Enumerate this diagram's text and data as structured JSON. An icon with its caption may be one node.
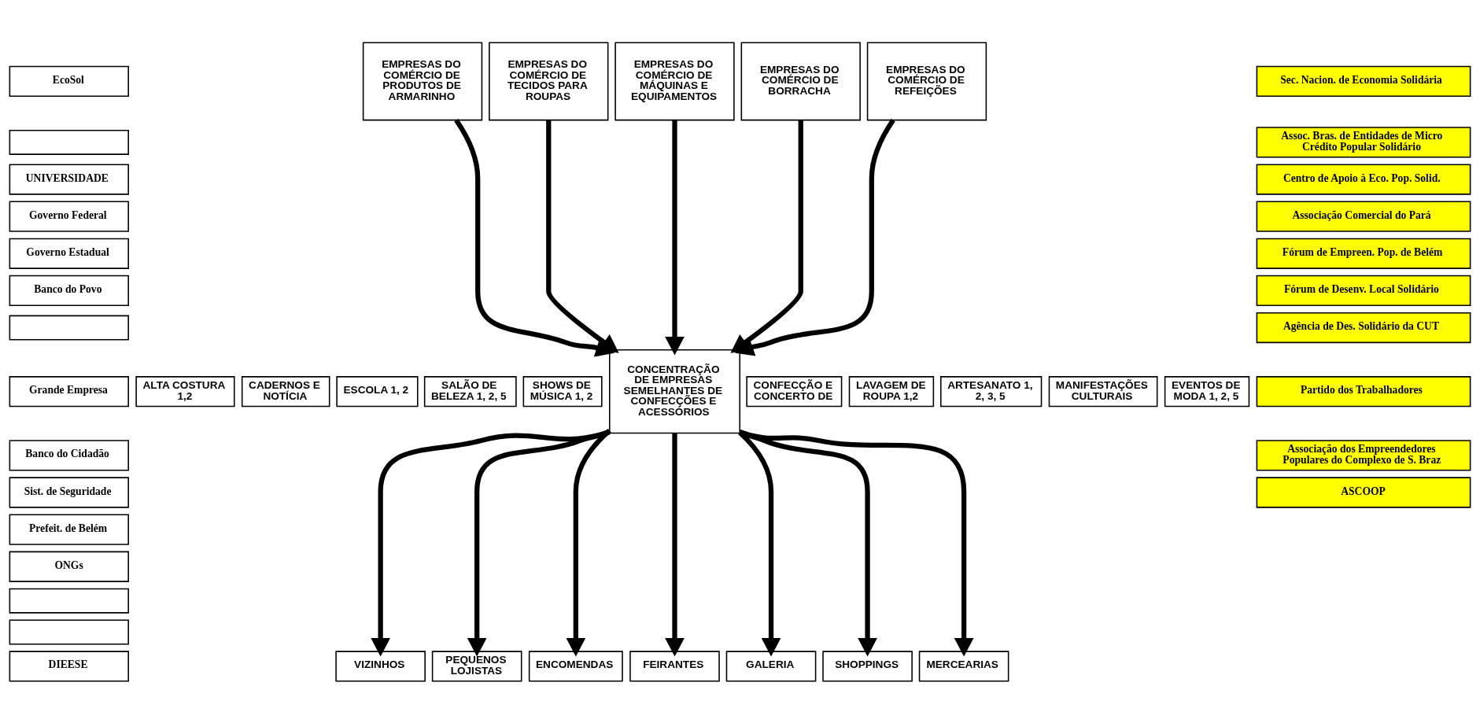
{
  "diagram": {
    "nodes": [
      {
        "text": [
          "EcoSol"
        ]
      },
      {
        "text": [],
        "shape": "box"
      },
      {
        "text": [
          "UNIVERSIDADE"
        ]
      },
      {
        "text": [
          "Governo Federal"
        ]
      },
      {
        "text": [
          "Governo Estadual"
        ]
      },
      {
        "text": [
          "Banco do Povo"
        ]
      },
      {
        "text": [],
        "shape": "box"
      },
      {
        "text": [
          "Grande Empresa"
        ]
      },
      {
        "text": [
          "Banco do Cidadão"
        ]
      },
      {
        "text": [
          "Sist. de Seguridade"
        ]
      },
      {
        "text": [
          "Prefeit. de Belém"
        ]
      },
      {
        "text": [
          "ONGs"
        ]
      },
      {
        "text": [],
        "shape": "box"
      },
      {
        "text": [],
        "shape": "box"
      },
      {
        "text": [
          "DIEESE"
        ]
      },
      {
        "text": [
          "EMPRESAS DO COMÉRCIO DE PRODUTOS DE ARMARINHO"
        ]
      },
      {
        "text": [
          "EMPRESAS DO COMÉRCIO DE TECIDOS PARA ROUPAS"
        ]
      },
      {
        "text": [
          "EMPRESAS DO COMÉRCIO DE MÁQUINAS E EQUIPAMENTOS"
        ]
      },
      {
        "text": [
          "EMPRESAS DO COMÉRCIO DE BORRACHA"
        ]
      },
      {
        "text": [
          "EMPRESAS DO COMÉRCIO DE REFEIÇÕES"
        ]
      },
      {
        "text": [
          "ALTA COSTURA 1,2"
        ]
      },
      {
        "text": [
          "CADERNOS E NOTÍCIA"
        ]
      },
      {
        "text": [
          "ESCOLA 1, 2"
        ]
      },
      {
        "text": [
          "SALÃO DE BELEZA 1, 2, 5"
        ]
      },
      {
        "text": [
          "SHOWS DE MÚSICA 1, 2"
        ]
      },
      {
        "text": [
          "CONCENTRAÇÃO DE EMPRESAS SEMELHANTES DE CONFECÇÕES E ACESSÓRIOS"
        ]
      },
      {
        "text": [
          "CONFECÇÃO E CONCERTO DE"
        ]
      },
      {
        "text": [
          "LAVAGEM DE ROUPA 1,2"
        ]
      },
      {
        "text": [
          "ARTESANATO 1, 2, 3, 5"
        ]
      },
      {
        "text": [
          "MANIFESTAÇÕES CULTURAIS"
        ]
      },
      {
        "text": [
          "EVENTOS DE MODA 1, 2, 5"
        ]
      },
      {
        "text": [
          "VIZINHOS"
        ]
      },
      {
        "text": [
          "PEQUENOS LOJISTAS"
        ]
      },
      {
        "text": [
          "ENCOMENDAS"
        ]
      },
      {
        "text": [
          "FEIRANTES"
        ]
      },
      {
        "text": [
          "GALERIA"
        ]
      },
      {
        "text": [
          "SHOPPINGS"
        ]
      },
      {
        "text": [
          "MERCEARIAS"
        ]
      },
      {
        "text": [
          "Sec. Nacion. de Economia Solidária"
        ]
      },
      {
        "text": [
          "Assoc. Bras. de Entidades de Micro Crédito Popular Solidário"
        ]
      },
      {
        "text": [
          "Centro de Apoio à Eco. Pop. Solid."
        ]
      },
      {
        "text": [
          "Associação Comercial do Pará"
        ]
      },
      {
        "text": [
          "Fórum de Empreen. Pop. de Belém"
        ]
      },
      {
        "text": [
          "Fórum de Desenv. Local Solidário"
        ]
      },
      {
        "text": [
          "Agência de Des. Solidário da CUT"
        ]
      },
      {
        "text": [
          "Partido dos Trabalhadores"
        ]
      },
      {
        "text": [
          "Associação dos Empreendedores Populares do Complexo de S. Braz"
        ]
      },
      {
        "text": [
          "ASCOOP"
        ]
      }
    ],
    "edges": [
      {
        "from": 15,
        "to": 25,
        "arrow": "to"
      },
      {
        "from": 16,
        "to": 25,
        "arrow": "to"
      },
      {
        "from": 17,
        "to": 25,
        "arrow": "to"
      },
      {
        "from": 18,
        "to": 25,
        "arrow": "to"
      },
      {
        "from": 19,
        "to": 25,
        "arrow": "to"
      },
      {
        "from": 25,
        "to": 31,
        "arrow": "to"
      },
      {
        "from": 25,
        "to": 32,
        "arrow": "to"
      },
      {
        "from": 25,
        "to": 33,
        "arrow": "to"
      },
      {
        "from": 25,
        "to": 34,
        "arrow": "to"
      },
      {
        "from": 25,
        "to": 35,
        "arrow": "to"
      },
      {
        "from": 25,
        "to": 36,
        "arrow": "to"
      },
      {
        "from": 25,
        "to": 37,
        "arrow": "to"
      }
    ]
  }
}
